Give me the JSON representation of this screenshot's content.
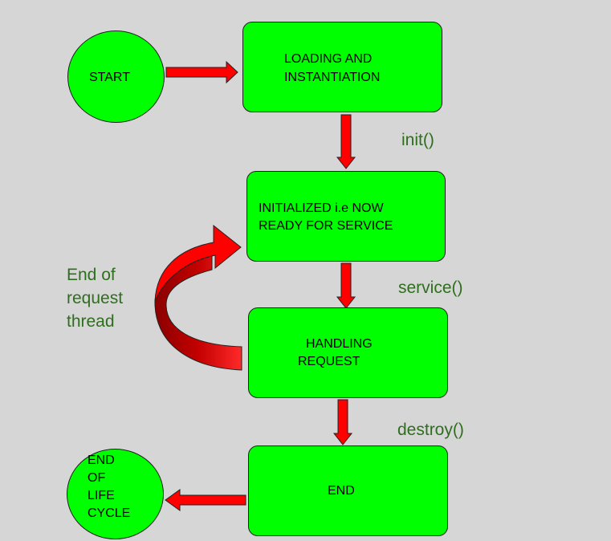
{
  "nodes": {
    "start": {
      "lines": [
        "START"
      ]
    },
    "loading": {
      "lines": [
        "LOADING AND",
        "INSTANTIATION"
      ]
    },
    "initialized": {
      "lines": [
        "INITIALIZED i.e NOW",
        "READY FOR SERVICE"
      ]
    },
    "handling": {
      "lines": [
        "HANDLING",
        "REQUEST"
      ]
    },
    "end": {
      "lines": [
        "END"
      ]
    },
    "end_of_life": {
      "lines": [
        "END",
        "OF",
        "LIFE",
        "CYCLE"
      ]
    }
  },
  "edges": {
    "init": "init()",
    "service": "service()",
    "destroy": "destroy()"
  },
  "loop": {
    "lines": [
      "End of",
      "request",
      "thread"
    ]
  },
  "colors": {
    "background": "#d6d6d6",
    "node_fill": "#00ff00",
    "arrow_fill": "#ff0000",
    "arrow_dark": "#b80000",
    "label_text": "#2f6e1f"
  }
}
